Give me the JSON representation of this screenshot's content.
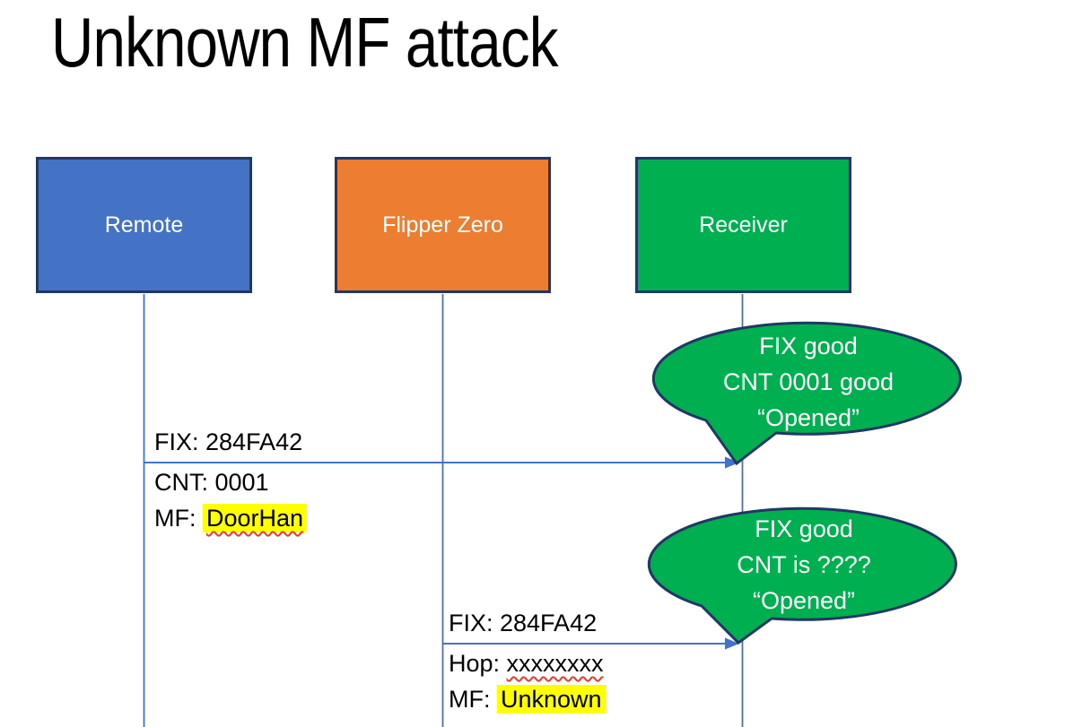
{
  "title": "Unknown MF attack",
  "actors": {
    "remote": {
      "label": "Remote",
      "color": "#4472C4"
    },
    "flipper": {
      "label": "Flipper Zero",
      "color": "#ED7D31"
    },
    "receiver": {
      "label": "Receiver",
      "color": "#00B050"
    }
  },
  "messages": {
    "remote_to_receiver": {
      "above": "FIX: 284FA42",
      "line2": "CNT: 0001",
      "line3_prefix": "MF: ",
      "line3_value": "DoorHan"
    },
    "flipper_to_receiver": {
      "above": "FIX: 284FA42",
      "line2_prefix": "Hop: ",
      "line2_value": "xxxxxxxx",
      "line3_prefix": "MF: ",
      "line3_value": "Unknown"
    }
  },
  "bubbles": {
    "first": {
      "line1": "FIX good",
      "line2": "CNT 0001 good",
      "line3": "“Opened”"
    },
    "second": {
      "line1": "FIX good",
      "line2": "CNT is ????",
      "line3": "“Opened”"
    }
  },
  "palette": {
    "outline": "#1F3864",
    "connector_blue": "#4472C4",
    "bubble_green": "#00B050",
    "highlight_yellow": "#FFFF00",
    "squiggle_red": "#E03C31",
    "text_on_fill": "#FFFFFF",
    "text_black": "#000000"
  }
}
